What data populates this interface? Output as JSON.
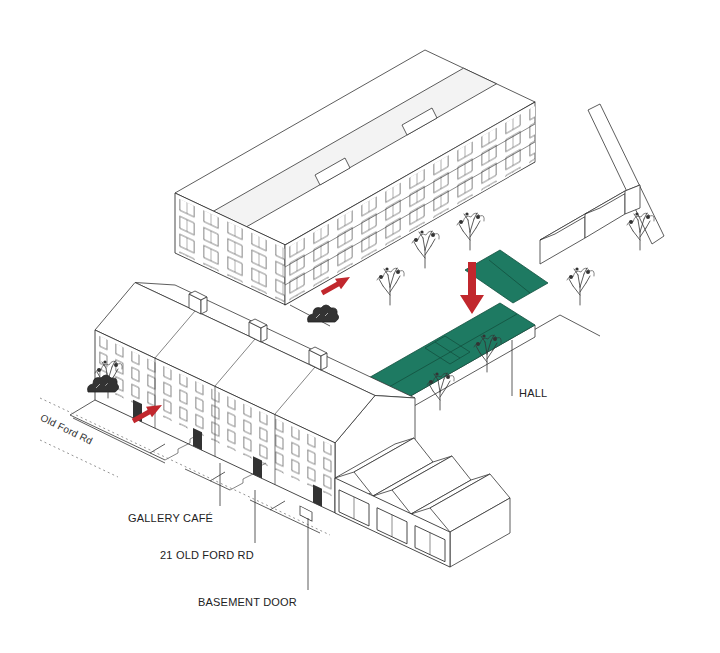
{
  "diagram": {
    "labels": [
      "HALL",
      "Old Ford Rd",
      "GALLERY CAFÉ",
      "21 OLD FORD RD",
      "BASEMENT DOOR"
    ]
  }
}
